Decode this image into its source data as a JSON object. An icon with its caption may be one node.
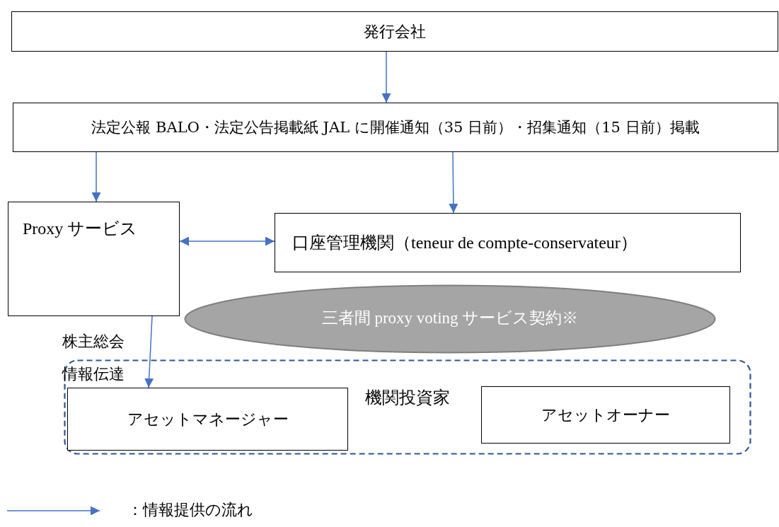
{
  "diagram": {
    "nodes": [
      {
        "text": [
          "発行会社"
        ]
      },
      {
        "text": [
          "法定公報 BALO・法定公告掲載紙 JAL に開催通知（35 日前）・招集通知（15 日前）掲載"
        ]
      },
      {
        "text": [
          "Proxy サービス"
        ]
      },
      {
        "text": [
          "口座管理機関（teneur de compte-conservateur）"
        ]
      },
      {
        "text": [
          "三者間 proxy voting サービス契約※"
        ]
      },
      {
        "text": [
          "機関投資家"
        ]
      },
      {
        "text": [
          "アセットマネージャー"
        ],
        "in": 5
      },
      {
        "text": [
          "アセットオーナー"
        ],
        "in": 5
      }
    ],
    "edges": [
      {
        "from": 0,
        "to": 1,
        "arrow": "to"
      },
      {
        "from": 1,
        "to": 2,
        "arrow": "to"
      },
      {
        "from": 1,
        "to": 3,
        "arrow": "to"
      },
      {
        "from": 2,
        "to": 3,
        "arrow": "both"
      },
      {
        "from": 2,
        "to": 6,
        "arrow": "to",
        "label": "株主総会情報伝達"
      }
    ],
    "legend": [
      {
        "text": "：情報提供の流れ"
      }
    ]
  }
}
